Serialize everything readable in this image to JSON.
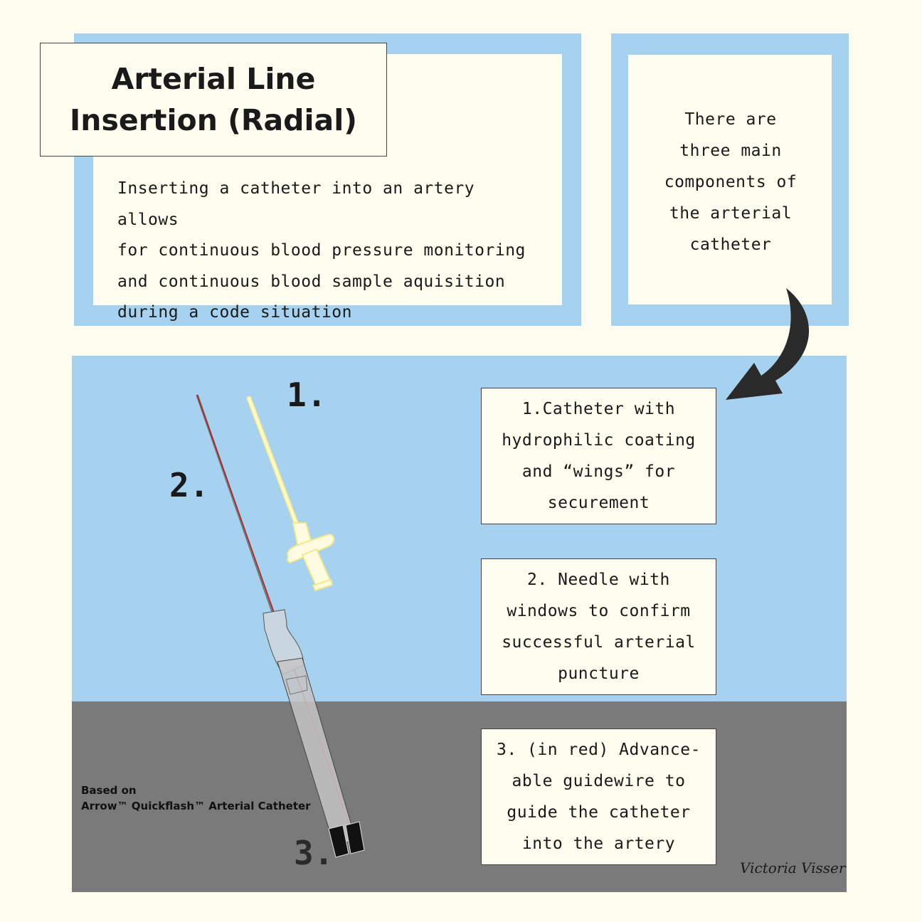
{
  "title": {
    "line1": "Arterial Line",
    "line2": "Insertion (Radial)"
  },
  "description": [
    "Inserting a catheter into an artery allows",
    "for continuous blood pressure monitoring",
    "and continuous blood sample aquisition",
    "during a code situation"
  ],
  "side_note": [
    "There are",
    "three main",
    "components of",
    "the arterial",
    "catheter"
  ],
  "components": [
    {
      "lines": [
        "1.Catheter with",
        "hydrophilic coating",
        "and “wings” for",
        "securement"
      ]
    },
    {
      "lines": [
        "2. Needle with",
        "windows to confirm",
        "successful arterial",
        "puncture"
      ]
    },
    {
      "lines": [
        "3. (in red) Advance-",
        "able guidewire to",
        "guide the catheter",
        "into the artery"
      ]
    }
  ],
  "labels": {
    "one": "1.",
    "two": "2.",
    "three": "3."
  },
  "credit": {
    "line1": "Based on",
    "line2": "Arrow™ Quickflash™ Arterial Catheter"
  },
  "signature": "Victoria Visser",
  "colors": {
    "background": "#fefdf0",
    "blue": "#a6d2f0",
    "gray": "#7a7a7a",
    "guidewire": "#c0141c",
    "catheter": "#fff9a8"
  }
}
